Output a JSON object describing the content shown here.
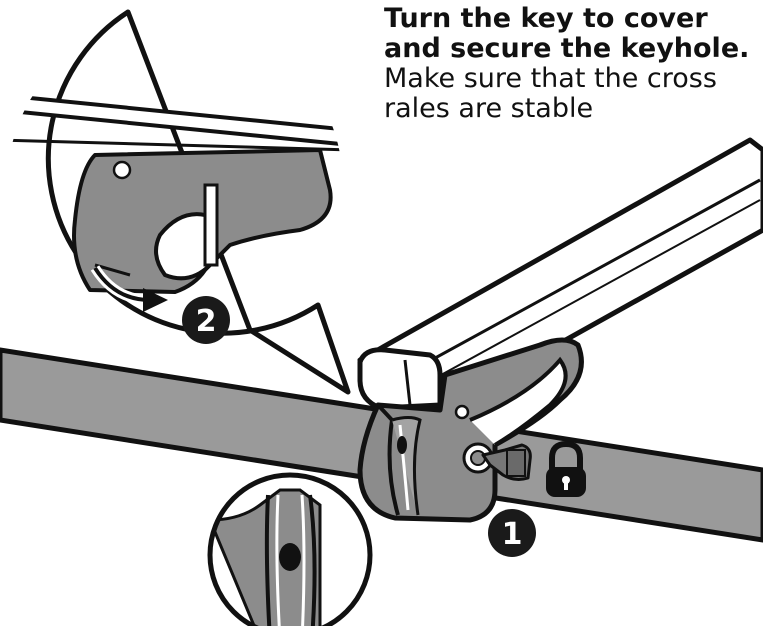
{
  "instruction": {
    "bold": "Turn the key to cover and secure the keyhole.",
    "rest": " Make sure that the cross rales are stable"
  },
  "steps": [
    {
      "number": "1"
    },
    {
      "number": "2"
    }
  ],
  "colors": {
    "rail_gray": "#9a9a9a",
    "part_gray": "#8c8c8c",
    "outline": "#111111",
    "badge": "#1a1a1a",
    "badge_text": "#ffffff"
  }
}
